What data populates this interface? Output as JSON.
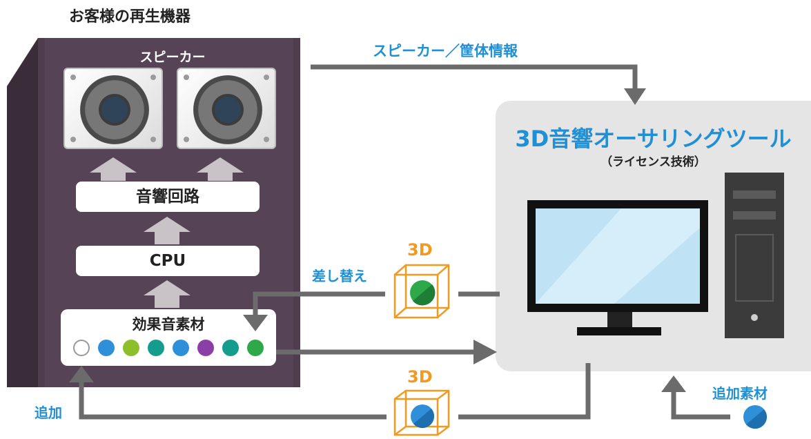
{
  "header": {
    "title": "お客様の再生機器"
  },
  "device": {
    "speaker_label": "スピーカー",
    "audio_circuit_label": "音響回路",
    "cpu_label": "CPU",
    "sound_effects_label": "効果音素材",
    "material_colors": [
      "#ffffff",
      "#2f8fd8",
      "#8cbf2a",
      "#149c8c",
      "#2f8fd8",
      "#8b3fa6",
      "#149c8c",
      "#2fa84a"
    ]
  },
  "flows": {
    "speaker_info_label": "スピーカー／筐体情報",
    "replace_label": "差し替え",
    "add_label": "追加",
    "add_material_label": "追加素材",
    "three_d_label_top": "3D",
    "three_d_label_bottom": "3D"
  },
  "tool": {
    "title": "3D音響オーサリングツール",
    "subtitle": "（ライセンス技術）"
  },
  "colors": {
    "device": "#4f3d4e",
    "accent_blue": "#1f8fd6",
    "accent_orange": "#f39a1e",
    "arrow_gray": "#6b6b6b",
    "panel_gray": "#e5e5e5"
  }
}
